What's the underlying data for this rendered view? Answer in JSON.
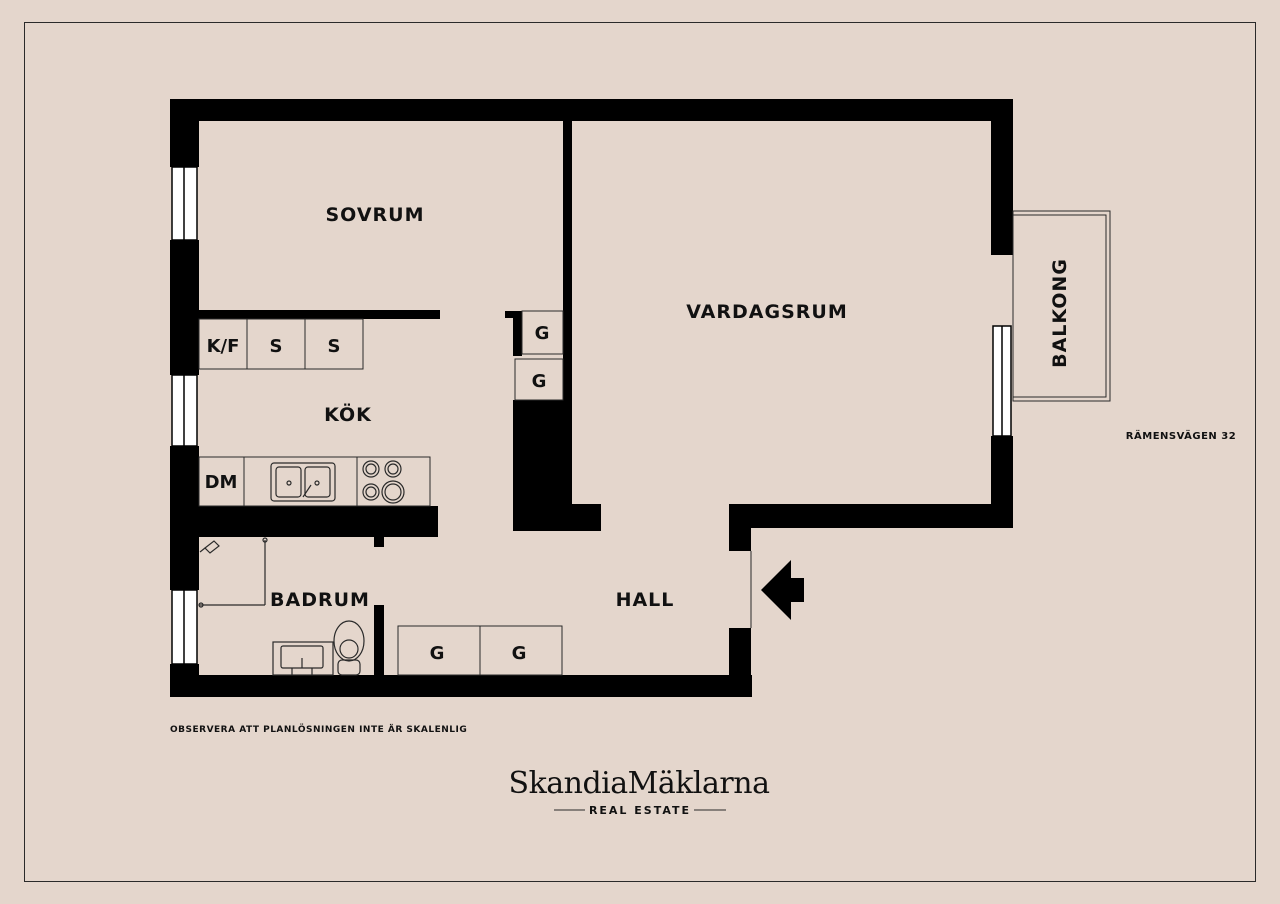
{
  "rooms": {
    "sovrum": "SOVRUM",
    "vardagsrum": "VARDAGSRUM",
    "balkong": "BALKONG",
    "kok": "KÖK",
    "badrum": "BADRUM",
    "hall": "HALL"
  },
  "fixtures": {
    "kf": "K/F",
    "s1": "S",
    "s2": "S",
    "dm": "DM",
    "g_closet_top": "G",
    "g_closet_bottom": "G",
    "g_hall_left": "G",
    "g_hall_right": "G"
  },
  "address": "RÄMENSVÄGEN 32",
  "disclaimer": "OBSERVERA ATT PLANLÖSNINGEN INTE ÄR SKALENLIG",
  "brand": {
    "name": "SkandiaMäklarna",
    "tagline": "REAL ESTATE"
  },
  "colors": {
    "background": "#e4d6cc",
    "wall": "#000000",
    "line": "#2a2a2a"
  }
}
